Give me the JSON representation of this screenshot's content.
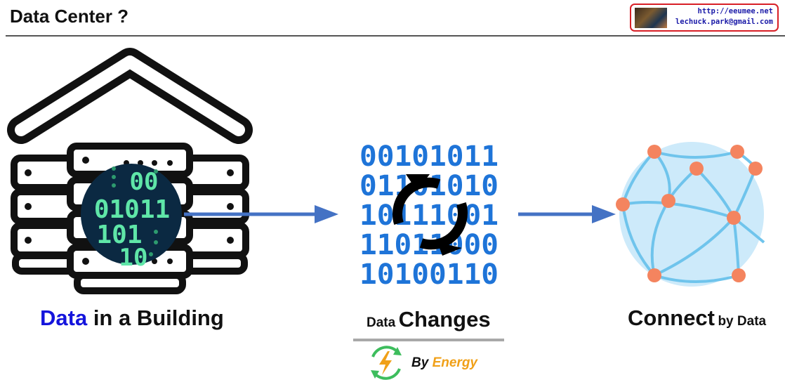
{
  "header": {
    "title": "Data Center ?",
    "badge": {
      "url": "http://eeumee.net",
      "email": "lechuck.park@gmail.com"
    }
  },
  "stage1": {
    "caption_highlight": "Data",
    "caption_rest": " in a Building",
    "binary_rows": [
      "00",
      "01011",
      "101",
      "10"
    ]
  },
  "stage2": {
    "caption_small": "Data",
    "caption_big": "Changes",
    "binary_rows": [
      "00101011",
      "01101010",
      "10111001",
      "11011000",
      "10100110"
    ],
    "energy_by": "By",
    "energy_word": "Energy"
  },
  "stage3": {
    "caption_big": "Connect",
    "caption_small": "by Data"
  },
  "colors": {
    "highlight": "#1414dc",
    "arrow": "#4472c4",
    "binary_blue": "#1e74d8",
    "node": "#f4845f",
    "globe": "#cdeafa",
    "energy": "#f0a018",
    "matrix_green": "#5fe6a8"
  }
}
